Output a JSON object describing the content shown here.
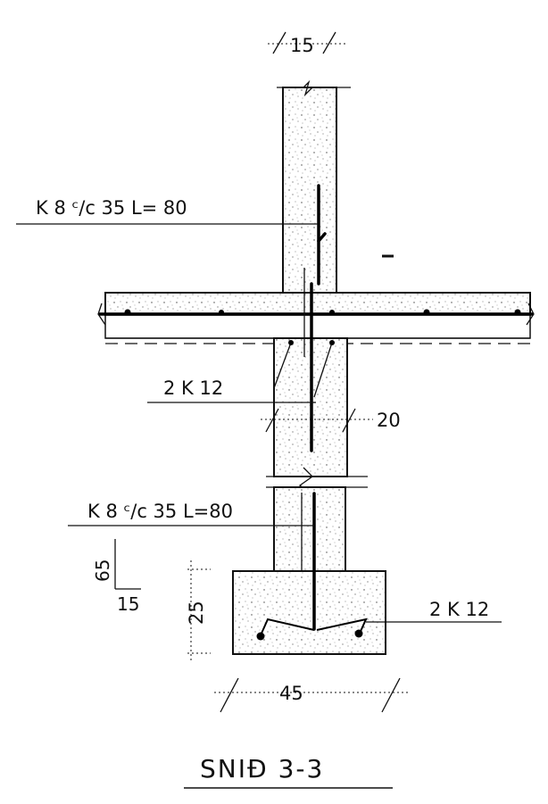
{
  "dimensions": {
    "wall_thickness": "15",
    "beam_width": "20",
    "footing_width": "45",
    "footing_height": "25",
    "slope_rise": "65",
    "slope_run": "15"
  },
  "rebar_labels": {
    "upper_dowel": "K 8  ᶜ/c 35   L= 80",
    "beam_bars": "2 K 12",
    "lower_dowel": "K 8 ᶜ/c 35 L=80",
    "footing_bars": "2 K 12"
  },
  "title": "SNIÐ   3-3"
}
